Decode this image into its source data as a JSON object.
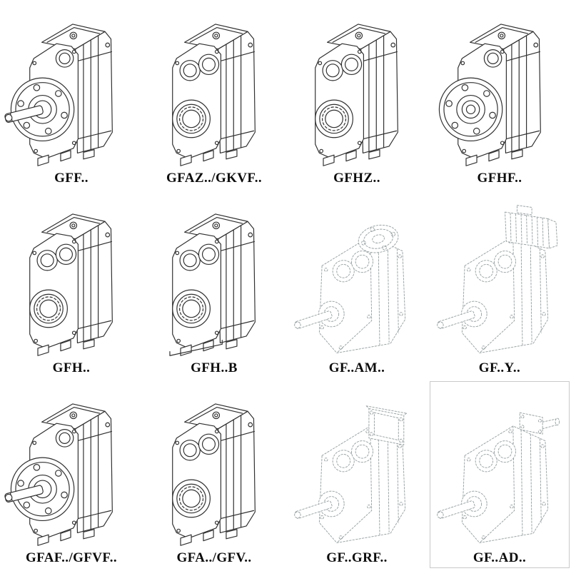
{
  "page": {
    "background": "#ffffff"
  },
  "colors": {
    "line_solid": "#2f2f2f",
    "line_dashed": "#99a0a2",
    "label": "#0c0c0c"
  },
  "grid": {
    "rows": 3,
    "cols": 4,
    "cells": [
      {
        "label": "GFF..",
        "drawing": "gearbox-output-flange-with-shaft",
        "symbol": "#sym-flange-shaft",
        "style_class": "drawing solid"
      },
      {
        "label": "GFAZ../GKVF..",
        "drawing": "gearbox-hollow-shaft",
        "symbol": "#sym-hollow",
        "style_class": "drawing solid"
      },
      {
        "label": "GFHZ..",
        "drawing": "gearbox-hollow-shrink-disc",
        "symbol": "#sym-hollow",
        "style_class": "drawing solid"
      },
      {
        "label": "GFHF..",
        "drawing": "gearbox-flange-hollow",
        "symbol": "#sym-flange",
        "style_class": "drawing solid"
      },
      {
        "label": "GFH..",
        "drawing": "gearbox-hollow-shaft",
        "symbol": "#sym-hollow",
        "style_class": "drawing solid"
      },
      {
        "label": "GFH..B",
        "drawing": "gearbox-hollow-shaft-base",
        "symbol": "#sym-hollow-b",
        "style_class": "drawing solid"
      },
      {
        "label": "GF..AM..",
        "drawing": "gearbox-iec-adapter-flange",
        "symbol": "#sym-am",
        "style_class": "drawing dashed"
      },
      {
        "label": "GF..Y..",
        "drawing": "gearbox-with-motor",
        "symbol": "#sym-y",
        "style_class": "drawing dashed"
      },
      {
        "label": "GFAF../GFVF..",
        "drawing": "gearbox-output-flange-with-shaft",
        "symbol": "#sym-flange-shaft",
        "style_class": "drawing solid"
      },
      {
        "label": "GFA../GFV..",
        "drawing": "gearbox-hollow-shaft",
        "symbol": "#sym-hollow",
        "style_class": "drawing solid"
      },
      {
        "label": "GF..GRF..",
        "drawing": "gearbox-square-adapter",
        "symbol": "#sym-grf",
        "style_class": "drawing dashed"
      },
      {
        "label": "GF..AD..",
        "drawing": "gearbox-input-shaft-adapter",
        "symbol": "#sym-ad",
        "style_class": "drawing dashed"
      }
    ]
  }
}
